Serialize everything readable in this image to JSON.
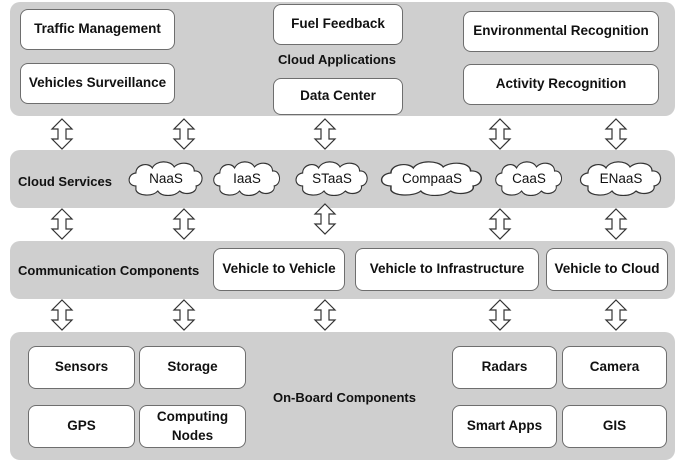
{
  "layers": {
    "cloud_applications": {
      "label": "Cloud Applications",
      "items": [
        "Traffic Management",
        "Vehicles Surveillance",
        "Fuel Feedback",
        "Data Center",
        "Environmental Recognition",
        "Activity Recognition"
      ]
    },
    "cloud_services": {
      "label": "Cloud Services",
      "items": [
        "NaaS",
        "IaaS",
        "STaaS",
        "CompaaS",
        "CaaS",
        "ENaaS"
      ]
    },
    "communication_components": {
      "label": "Communication Components",
      "items": [
        "Vehicle to Vehicle",
        "Vehicle to Infrastructure",
        "Vehicle to Cloud"
      ]
    },
    "onboard_components": {
      "label": "On-Board Components",
      "items": [
        "Sensors",
        "Storage",
        "GPS",
        "Computing Nodes",
        "Radars",
        "Camera",
        "Smart Apps",
        "GIS"
      ]
    }
  },
  "colors": {
    "layer_bg": "#cfcfcf",
    "box_border": "#6e6e6e",
    "arrow_fill": "#ffffff",
    "arrow_stroke": "#333333"
  }
}
